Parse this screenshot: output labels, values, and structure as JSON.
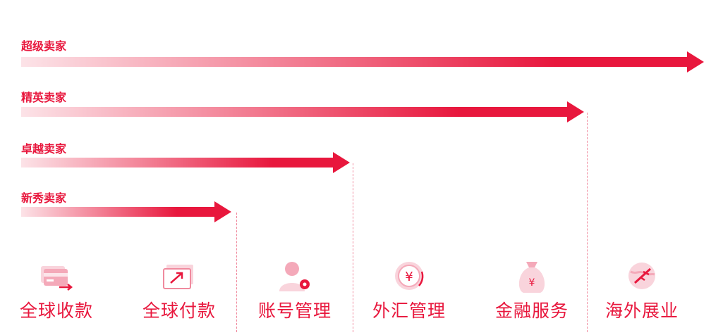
{
  "tiers": [
    {
      "label": "超级卖家"
    },
    {
      "label": "精英卖家"
    },
    {
      "label": "卓越卖家"
    },
    {
      "label": "新秀卖家"
    }
  ],
  "features": [
    {
      "label": "全球收款",
      "icon": "card-transfer-icon"
    },
    {
      "label": "全球付款",
      "icon": "payment-arrow-icon"
    },
    {
      "label": "账号管理",
      "icon": "user-gear-icon"
    },
    {
      "label": "外汇管理",
      "icon": "yen-coin-icon"
    },
    {
      "label": "金融服务",
      "icon": "money-bag-icon"
    },
    {
      "label": "海外展业",
      "icon": "globe-plane-icon"
    }
  ],
  "colors": {
    "accent": "#e8173d",
    "light": "#f7c6d0"
  }
}
